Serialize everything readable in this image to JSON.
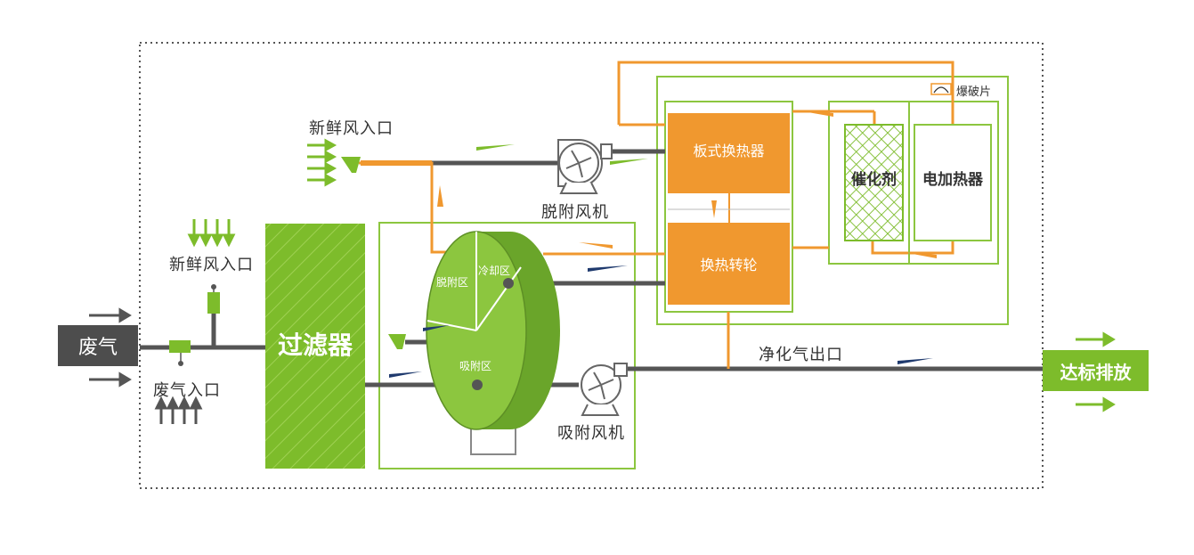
{
  "colors": {
    "green": "#7dbc2b",
    "green_light": "#8cc63f",
    "orange": "#f0982f",
    "gray_pipe": "#555555",
    "dark": "#4d4d4d",
    "navy": "#1f3a6e",
    "border_green": "#8cc63f",
    "dotted": "#555555"
  },
  "labels": {
    "waste_gas": "废气",
    "waste_gas_inlet": "废气入口",
    "fresh_air_inlet_left": "新鲜风入口",
    "fresh_air_inlet_top": "新鲜风入口",
    "filter": "过滤器",
    "desorption_zone": "脱附区",
    "cooling_zone": "冷却区",
    "adsorption_zone": "吸附区",
    "desorption_fan": "脱附风机",
    "adsorption_fan": "吸附风机",
    "plate_heat_exchanger": "板式换热器",
    "heat_exchange_wheel": "换热转轮",
    "catalyst": "催化剂",
    "electric_heater": "电加热器",
    "rupture_disc": "爆破片",
    "clean_gas_outlet": "净化气出口",
    "compliant_discharge": "达标排放"
  },
  "icons": [
    "fan-icon",
    "rupture-disc-icon",
    "valve-icon",
    "flow-arrow-icon"
  ]
}
